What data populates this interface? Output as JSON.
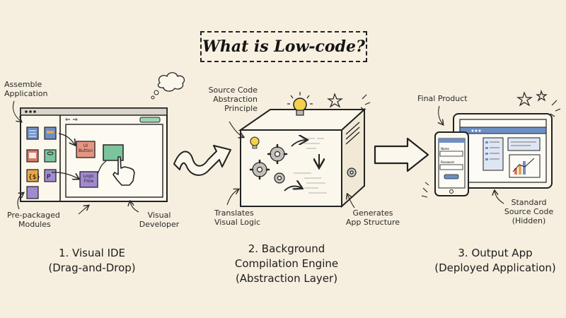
{
  "title": "What is Low-code?",
  "section1": {
    "heading_line1": "1. Visual IDE",
    "heading_line2": "(Drag-and-Drop)",
    "labels": {
      "assemble": [
        "Assemble",
        "Application"
      ],
      "modules": [
        "Pre-packaged",
        "Modules"
      ],
      "developer": [
        "Visual",
        "Developer"
      ]
    },
    "canvas_blocks": {
      "ui_button": [
        "UI",
        "Button"
      ],
      "logic_flow": [
        "Logic",
        "Flow"
      ]
    },
    "nav_arrows": "⇐ ⇒"
  },
  "section2": {
    "heading_line1": "2. Background",
    "heading_line2": "Compilation Engine",
    "heading_line3": "(Abstraction Layer)",
    "labels": {
      "source_code": [
        "Source Code",
        "Abstraction",
        "Principle"
      ],
      "translates": [
        "Translates",
        "Visual Logic"
      ],
      "generates": [
        "Generates",
        "App Structure"
      ]
    }
  },
  "section3": {
    "heading_line1": "3. Output App",
    "heading_line2": "(Deployed Application)",
    "labels": {
      "final_product": "Final Product",
      "standard_code": [
        "Standard",
        "Source Code",
        "(Hidden)"
      ]
    }
  },
  "colors": {
    "background": "#f6efdf",
    "ink": "#222222",
    "blue": "#6d8fc4",
    "green": "#7cc49e",
    "orange": "#e7a64a",
    "red": "#d9776a",
    "purple": "#a28ad0",
    "yellow": "#f3d14b",
    "grey": "#b9b9b4"
  }
}
